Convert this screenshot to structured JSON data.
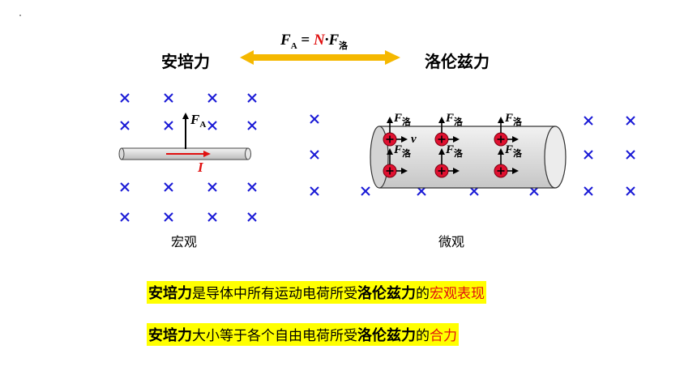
{
  "formula": {
    "F": "F",
    "sub_A": "A",
    "eq": " = ",
    "N": "N",
    "dot": "·",
    "F2": "F",
    "sub_luo": "洛"
  },
  "headings": {
    "ampere": "安培力",
    "lorentz": "洛伦兹力"
  },
  "captions": {
    "macro": "宏观",
    "micro": "微观"
  },
  "labels": {
    "force": "F",
    "force_sub_A": "A",
    "force_sub_luo": "洛",
    "current": "I",
    "velocity": "v",
    "charge_sign": "+"
  },
  "statements": {
    "line1": {
      "part1": "安培力",
      "part2": "是导体中所有运动电荷所受",
      "part3": "洛伦兹力",
      "part4": "的",
      "part5": "宏观表现"
    },
    "line2": {
      "part1": "安培力",
      "part2": "大小等于各个自由电荷所受",
      "part3": "洛伦兹力",
      "part4": "的",
      "part5": "合力"
    }
  },
  "colors": {
    "field_cross": "#1a1ad6",
    "arrow_orange": "#f5b800",
    "charge_red": "#e01030",
    "current_red": "#e01010",
    "highlight": "#ffff00"
  }
}
